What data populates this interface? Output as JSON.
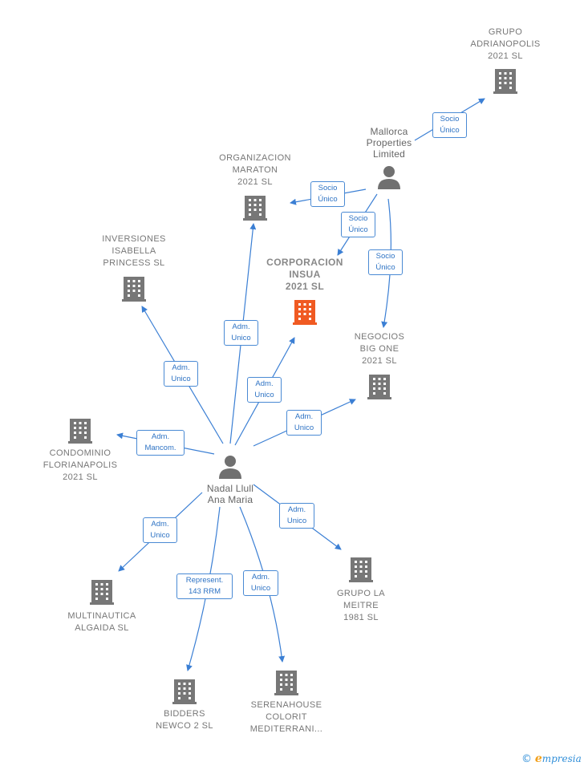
{
  "colors": {
    "edge": "#3b7fd4",
    "badge_text": "#2e73c4",
    "company_icon": "#777777",
    "focus_icon": "#f05a22",
    "person_icon": "#707070",
    "brand_accent": "#f2a01c"
  },
  "nodes": {
    "grupo_adrianopolis": {
      "label": "GRUPO\nADRIANOPOLIS\n2021  SL",
      "icon": "building-icon"
    },
    "mallorca_properties": {
      "label": "Mallorca\nProperties\nLimited",
      "icon": "person-icon"
    },
    "organizacion_maraton": {
      "label": "ORGANIZACION\nMARATON\n2021  SL",
      "icon": "building-icon"
    },
    "inversiones_isabella": {
      "label": "INVERSIONES\nISABELLA\nPRINCESS  SL",
      "icon": "building-icon"
    },
    "corporacion_insua": {
      "label": "CORPORACION\nINSUA\n2021  SL",
      "icon": "building-icon"
    },
    "negocios_big_one": {
      "label": "NEGOCIOS\nBIG ONE\n2021  SL",
      "icon": "building-icon"
    },
    "condominio_florianapolis": {
      "label": "CONDOMINIO\nFLORIANAPOLIS\n2021  SL",
      "icon": "building-icon"
    },
    "nadal_llull": {
      "label": "Nadal Llull\nAna Maria",
      "icon": "person-icon"
    },
    "multinautica_algaida": {
      "label": "MULTINAUTICA\nALGAIDA  SL",
      "icon": "building-icon"
    },
    "grupo_la_meitre": {
      "label": "GRUPO LA\nMEITRE\n1981  SL",
      "icon": "building-icon"
    },
    "bidders_newco": {
      "label": "BIDDERS\nNEWCO 2  SL",
      "icon": "building-icon"
    },
    "serenahouse": {
      "label": "SERENAHOUSE\nCOLORIT\nMEDITERRANI...",
      "icon": "building-icon"
    }
  },
  "edges": {
    "e1": "Socio\nÚnico",
    "e2": "Socio\nÚnico",
    "e3": "Socio\nÚnico",
    "e4": "Socio\nÚnico",
    "e5": "Adm.\nUnico",
    "e6": "Adm.\nUnico",
    "e7": "Adm.\nUnico",
    "e8": "Adm.\nUnico",
    "e9": "Adm.\nMancom.",
    "e10": "Adm.\nUnico",
    "e11": "Adm.\nUnico",
    "e12": "Represent.\n143 RRM",
    "e13": "Adm.\nUnico"
  },
  "footer": {
    "copyright": "©",
    "brand_initial": "e",
    "brand_rest": "mpresia"
  }
}
